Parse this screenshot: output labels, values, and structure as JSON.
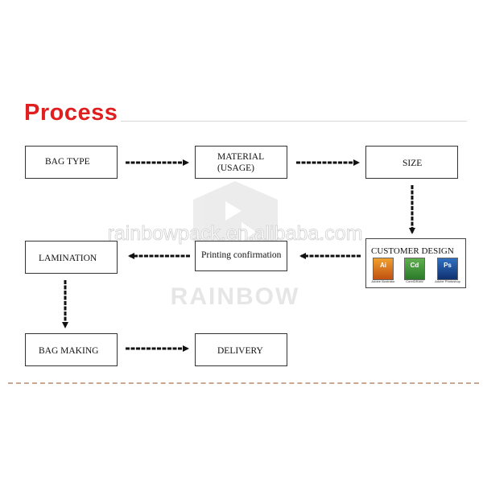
{
  "title": "Process",
  "steps": {
    "bag_type": "BAG TYPE",
    "material": "MATERIAL\n(USAGE)",
    "size": "SIZE",
    "customer_design": "CUSTOMER DESIGN",
    "printing_confirmation": "Printing confirmation",
    "lamination": "LAMINATION",
    "bag_making": "BAG MAKING",
    "delivery": "DELIVERY"
  },
  "customer_design_icons": [
    {
      "name": "illustrator-icon",
      "glyph": "Ai",
      "caption": "Adobe Illustrator",
      "color": "#e07820"
    },
    {
      "name": "coreldraw-icon",
      "glyph": "Cd",
      "caption": "CorelDRAW",
      "color": "#3a9a3a"
    },
    {
      "name": "photoshop-icon",
      "glyph": "Ps",
      "caption": "Adobe Photoshop",
      "color": "#2050a0"
    }
  ],
  "watermark": {
    "url": "rainbowpack.en.alibaba.com",
    "brand": "RAINBOW"
  },
  "colors": {
    "title": "#e02020",
    "arrow": "#111111",
    "dashed_rule": "#c8a890"
  }
}
